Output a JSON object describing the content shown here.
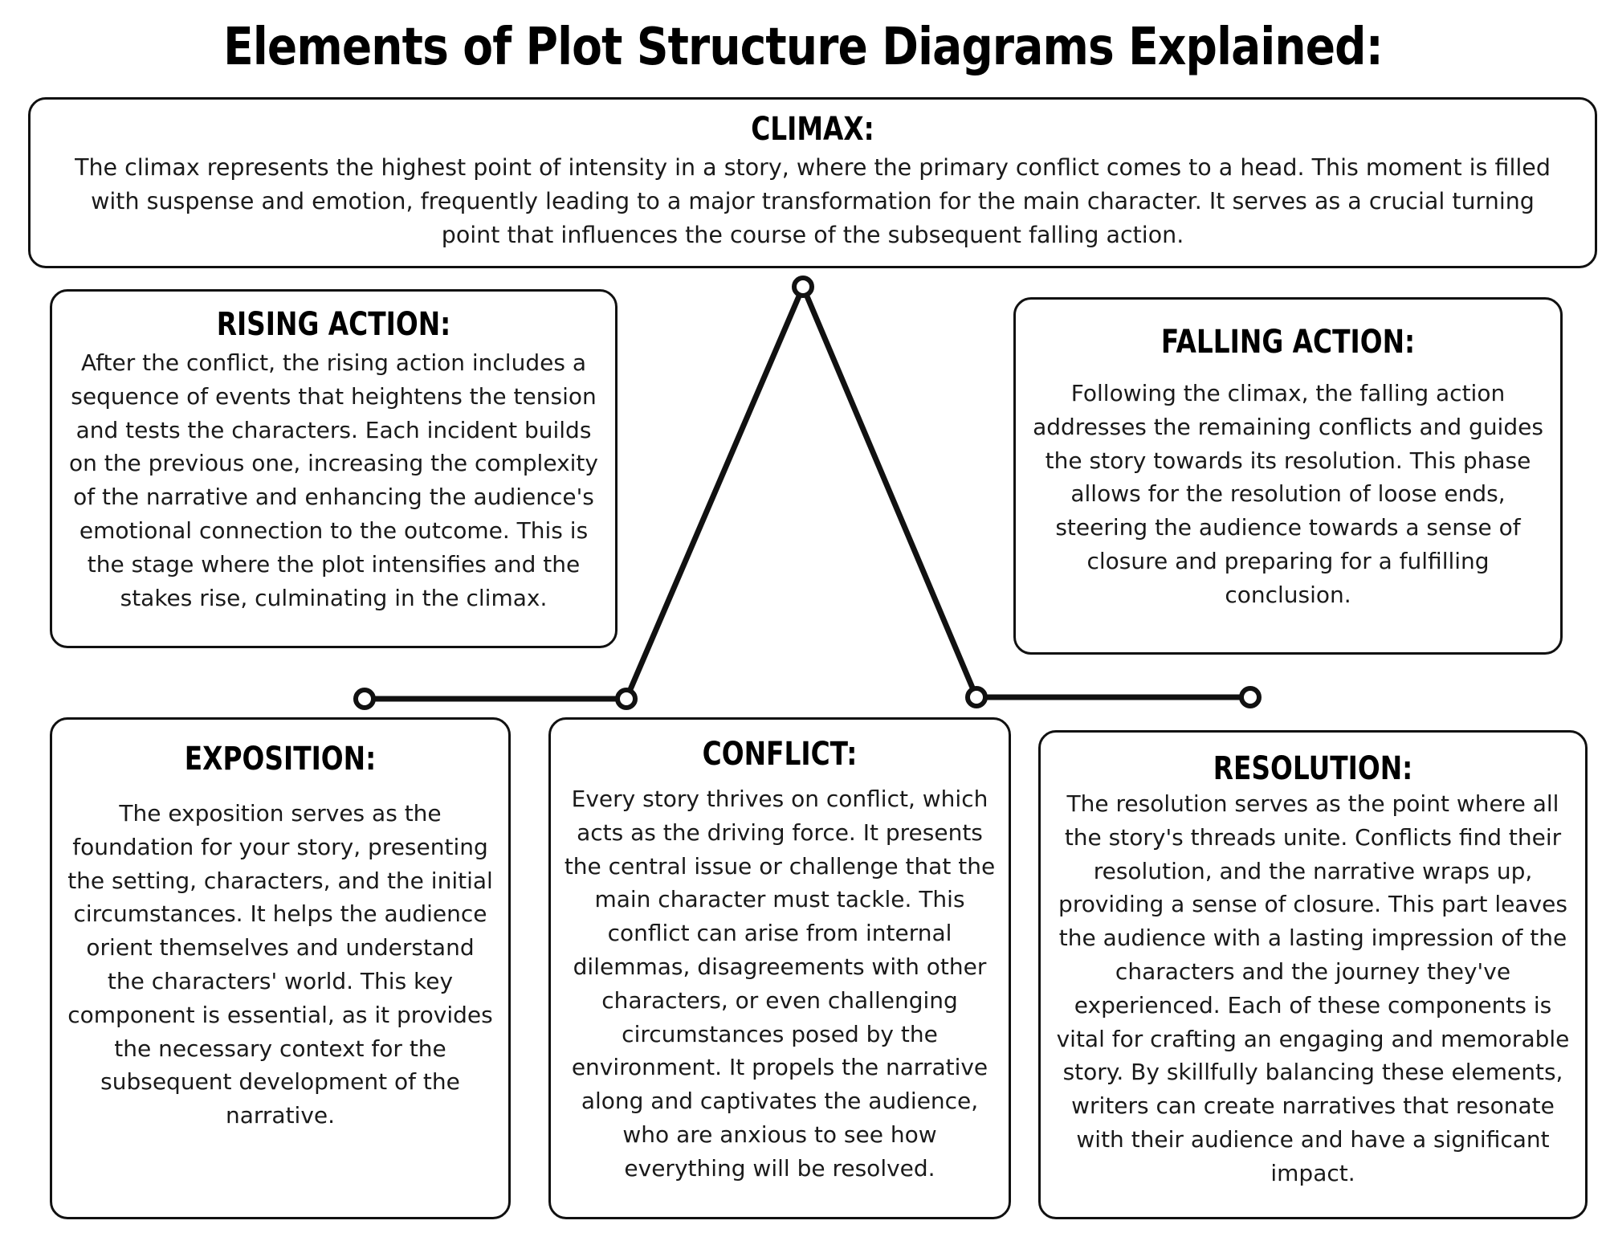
{
  "title": "Elements of Plot Structure Diagrams Explained:",
  "colors": {
    "ink": "#111111",
    "background": "#ffffff"
  },
  "sections": {
    "climax": {
      "heading": "CLIMAX:",
      "text": "The climax represents the highest point of intensity in a story, where the primary conflict comes to a head. This moment is filled with suspense and emotion, frequently leading to a major transformation for the main character. It serves as a crucial turning point that influences the course of the subsequent falling action."
    },
    "rising_action": {
      "heading": "RISING ACTION:",
      "text": "After the conflict, the rising action includes a sequence of events that heightens the tension and tests the characters. Each incident builds on the previous one, increasing the complexity of the narrative and enhancing the audience's emotional connection to the outcome. This is the stage where the plot intensifies and the stakes rise, culminating in the climax."
    },
    "falling_action": {
      "heading": "FALLING ACTION:",
      "text": "Following the climax, the falling action addresses the remaining conflicts and guides the story towards its resolution. This phase allows for the resolution of loose ends, steering the audience towards a sense of closure and preparing for a fulfilling conclusion."
    },
    "exposition": {
      "heading": "EXPOSITION:",
      "text": "The exposition serves as the foundation for your story, presenting the setting, characters, and the initial circumstances. It helps the audience orient themselves and understand the characters' world. This key component is essential, as it provides the necessary context for the subsequent development of the narrative."
    },
    "conflict": {
      "heading": "CONFLICT:",
      "text": "Every story thrives on conflict, which acts as the driving force. It presents the central issue or challenge that the main character must tackle. This conflict can arise from internal dilemmas, disagreements with other characters, or even challenging circumstances posed by the environment. It propels the narrative along and captivates the audience, who are anxious to see how everything will be resolved."
    },
    "resolution": {
      "heading": "RESOLUTION:",
      "text": "The resolution serves as the point where all the story's threads unite. Conflicts find their resolution, and the narrative wraps up, providing a sense of closure. This part leaves the audience with a lasting impression of the characters and the journey they've experienced. Each of these components is vital for crafting an engaging and memorable story. By skillfully balancing these elements, writers can create narratives that resonate with their audience and have a significant impact."
    }
  }
}
